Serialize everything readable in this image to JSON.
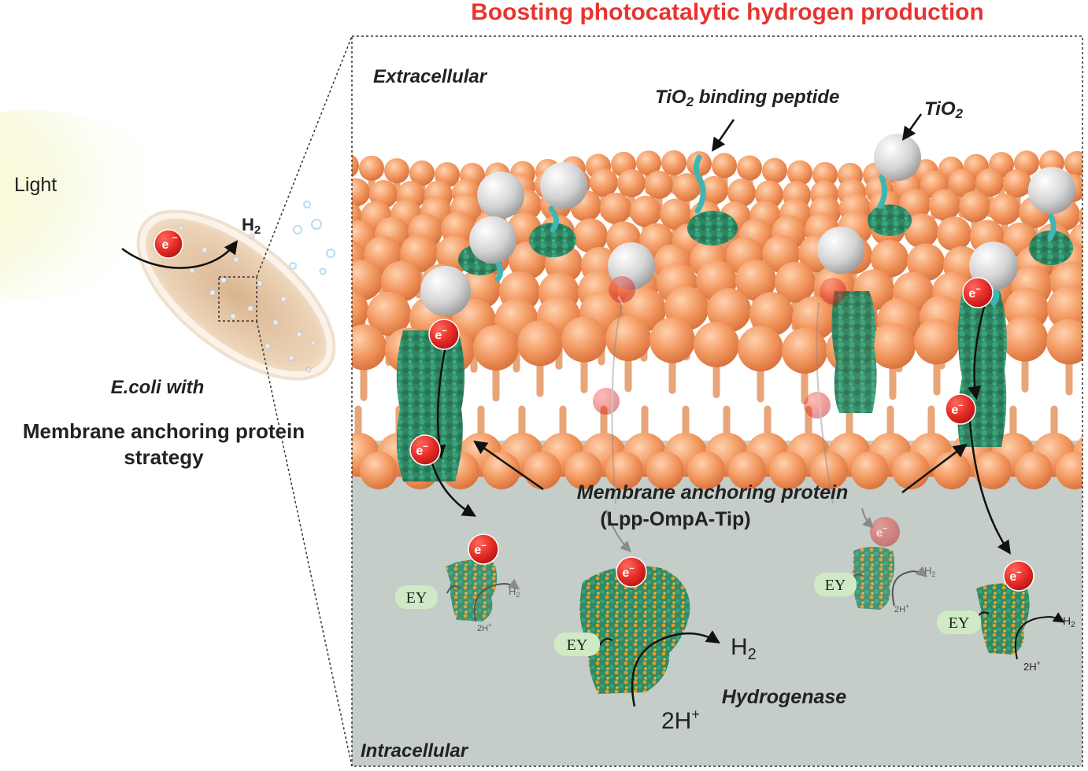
{
  "title": "Boosting photocatalytic hydrogen production",
  "colors": {
    "title": "#e8342f",
    "lipid_head": "#f0935c",
    "lipid_tail": "#e7a578",
    "protein": "#2f8a67",
    "peptide": "#3fb6b2",
    "tio2": "#c9c9c9",
    "electron": "#e52a26",
    "cytoplasm": "#c5cdc9",
    "ey_badge": "#cfeac5",
    "hydrogenase_orange": "#e59b22"
  },
  "left_panel": {
    "light_label": "Light",
    "h2_label": "H",
    "h2_sub": "2",
    "electron_label": "e",
    "cell_caption_italic": "E.coli with",
    "cell_caption_line1": "Membrane anchoring protein",
    "cell_caption_line2": "strategy"
  },
  "zoom_panel": {
    "extracellular_label": "Extracellular",
    "intracellular_label": "Intracellular",
    "peptide_label_pre": "TiO",
    "peptide_label_sub": "2",
    "peptide_label_post": " binding peptide",
    "tio2_label": "TiO",
    "tio2_sub": "2",
    "anchor_label_line1": "Membrane anchoring protein",
    "anchor_label_line2": "(Lpp-OmpA-Tip)",
    "hydrogenase_label": "Hydrogenase",
    "ey_label": "EY",
    "h2_product": "H",
    "h2_product_sub": "2",
    "proton_label": "2H",
    "proton_sup": "+",
    "electron_label": "e",
    "electron_sup": "−"
  }
}
